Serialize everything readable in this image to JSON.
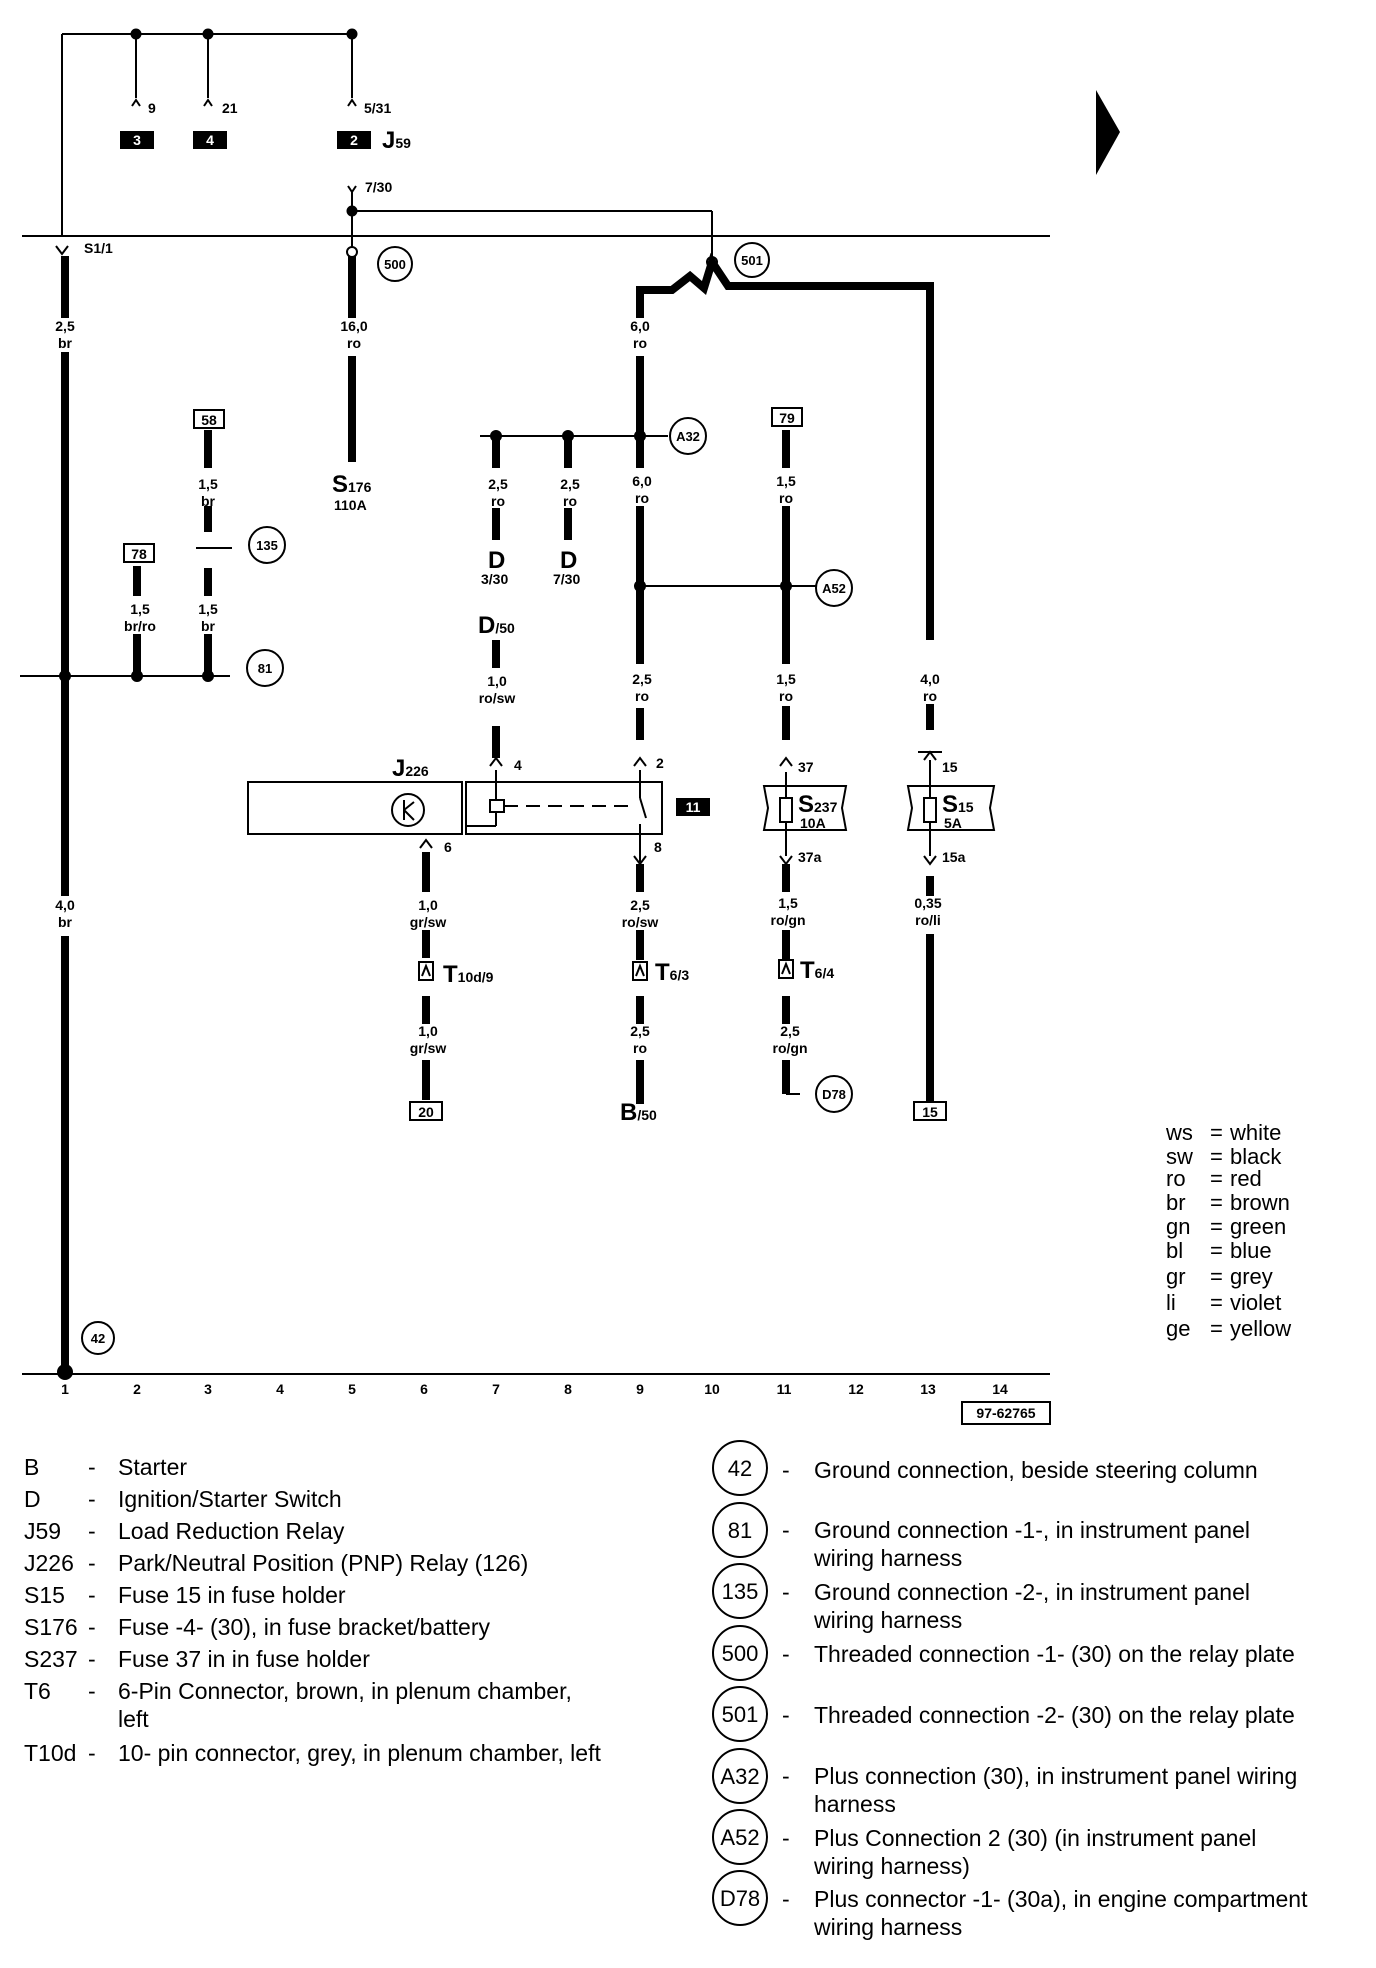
{
  "top": {
    "fuse_labels": [
      "9",
      "21",
      "5/31"
    ],
    "fuse_numbers": [
      "3",
      "4",
      "2"
    ],
    "j59": {
      "main": "J",
      "sub": "59"
    },
    "term_730": "7/30",
    "s1_1": "S1/1",
    "c500": "500",
    "c501": "501"
  },
  "wires": {
    "w1a": {
      "size": "2,5",
      "color": "br"
    },
    "w5": {
      "size": "16,0",
      "color": "ro"
    },
    "w9a": {
      "size": "6,0",
      "color": "ro"
    },
    "w3a": {
      "size": "1,5",
      "color": "br"
    },
    "w3b": {
      "size": "1,5",
      "color": "br"
    },
    "w2": {
      "size": "1,5",
      "color": "br/ro"
    },
    "w7a": {
      "size": "2,5",
      "color": "ro"
    },
    "w8a": {
      "size": "2,5",
      "color": "ro"
    },
    "w9b": {
      "size": "6,0",
      "color": "ro"
    },
    "w11a": {
      "size": "1,5",
      "color": "ro"
    },
    "w7b": {
      "size": "1,0",
      "color": "ro/sw"
    },
    "w9c": {
      "size": "2,5",
      "color": "ro"
    },
    "w11b": {
      "size": "1,5",
      "color": "ro"
    },
    "w13a": {
      "size": "4,0",
      "color": "ro"
    },
    "w1b": {
      "size": "4,0",
      "color": "br"
    },
    "w6a": {
      "size": "1,0",
      "color": "gr/sw"
    },
    "w9d": {
      "size": "2,5",
      "color": "ro/sw"
    },
    "w11c": {
      "size": "1,5",
      "color": "ro/gn"
    },
    "w13b": {
      "size": "0,35",
      "color": "ro/li"
    },
    "w6b": {
      "size": "1,0",
      "color": "gr/sw"
    },
    "w9e": {
      "size": "2,5",
      "color": "ro"
    },
    "w11d": {
      "size": "2,5",
      "color": "ro/gn"
    }
  },
  "boxes": {
    "b58": "58",
    "b78": "78",
    "b79": "79",
    "b20": "20",
    "b15": "15",
    "b11": "11"
  },
  "circles": {
    "c135": "135",
    "c81": "81",
    "a32": "A32",
    "a52": "A52",
    "d78": "D78",
    "c42": "42"
  },
  "components": {
    "s176": {
      "main": "S",
      "sub": "176",
      "rating": "110A"
    },
    "d330": {
      "main": "D",
      "sub": "3/30"
    },
    "d730": {
      "main": "D",
      "sub": "7/30"
    },
    "d50": {
      "main": "D",
      "sub": "/50"
    },
    "j226": {
      "main": "J",
      "sub": "226"
    },
    "s237": {
      "main": "S",
      "sub": "237",
      "rating": "10A"
    },
    "s15": {
      "main": "S",
      "sub": "15",
      "rating": "5A"
    },
    "t10d9": {
      "main": "T",
      "sub": "10d/9"
    },
    "t63": {
      "main": "T",
      "sub": "6/3"
    },
    "t64": {
      "main": "T",
      "sub": "6/4"
    },
    "b50": {
      "main": "B",
      "sub": "/50"
    }
  },
  "pins": {
    "p4": "4",
    "p2": "2",
    "p6": "6",
    "p8": "8",
    "p37": "37",
    "p37a": "37a",
    "p15": "15",
    "p15a": "15a"
  },
  "color_key": [
    {
      "code": "ws",
      "name": "white"
    },
    {
      "code": "sw",
      "name": "black"
    },
    {
      "code": "ro",
      "name": "red"
    },
    {
      "code": "br",
      "name": "brown"
    },
    {
      "code": "gn",
      "name": "green"
    },
    {
      "code": "bl",
      "name": "blue"
    },
    {
      "code": "gr",
      "name": "grey"
    },
    {
      "code": "li",
      "name": "violet"
    },
    {
      "code": "ge",
      "name": "yellow"
    }
  ],
  "axis_numbers": [
    "1",
    "2",
    "3",
    "4",
    "5",
    "6",
    "7",
    "8",
    "9",
    "10",
    "11",
    "12",
    "13",
    "14"
  ],
  "figure_id": "97-62765",
  "legend_left": [
    {
      "code": "B",
      "desc": "Starter"
    },
    {
      "code": "D",
      "desc": "Ignition/Starter Switch"
    },
    {
      "code": "J59",
      "desc": "Load Reduction Relay"
    },
    {
      "code": "J226",
      "desc": "Park/Neutral Position (PNP) Relay (126)"
    },
    {
      "code": "S15",
      "desc": "Fuse 15 in fuse holder"
    },
    {
      "code": "S176",
      "desc": "Fuse -4- (30), in fuse bracket/battery"
    },
    {
      "code": "S237",
      "desc": "Fuse 37 in in fuse holder"
    },
    {
      "code": "T6",
      "desc": "6-Pin Connector, brown, in plenum chamber,",
      "desc2": "left"
    },
    {
      "code": "T10d",
      "desc": "10- pin connector, grey,  in plenum chamber, left"
    }
  ],
  "legend_right": [
    {
      "code": "42",
      "desc": "Ground connection, beside steering column"
    },
    {
      "code": "81",
      "desc": "Ground connection -1-, in instrument panel",
      "desc2": "wiring harness"
    },
    {
      "code": "135",
      "desc": "Ground connection -2-, in instrument panel",
      "desc2": "wiring harness"
    },
    {
      "code": "500",
      "desc": "Threaded connection -1- (30) on the relay plate"
    },
    {
      "code": "501",
      "desc": "Threaded connection -2- (30) on the relay plate"
    },
    {
      "code": "A32",
      "desc": "Plus connection (30), in instrument panel wiring",
      "desc2": "harness"
    },
    {
      "code": "A52",
      "desc": "Plus Connection 2 (30) (in instrument panel",
      "desc2": "wiring harness)"
    },
    {
      "code": "D78",
      "desc": "Plus connector -1- (30a), in engine compartment",
      "desc2": "wiring harness"
    }
  ]
}
